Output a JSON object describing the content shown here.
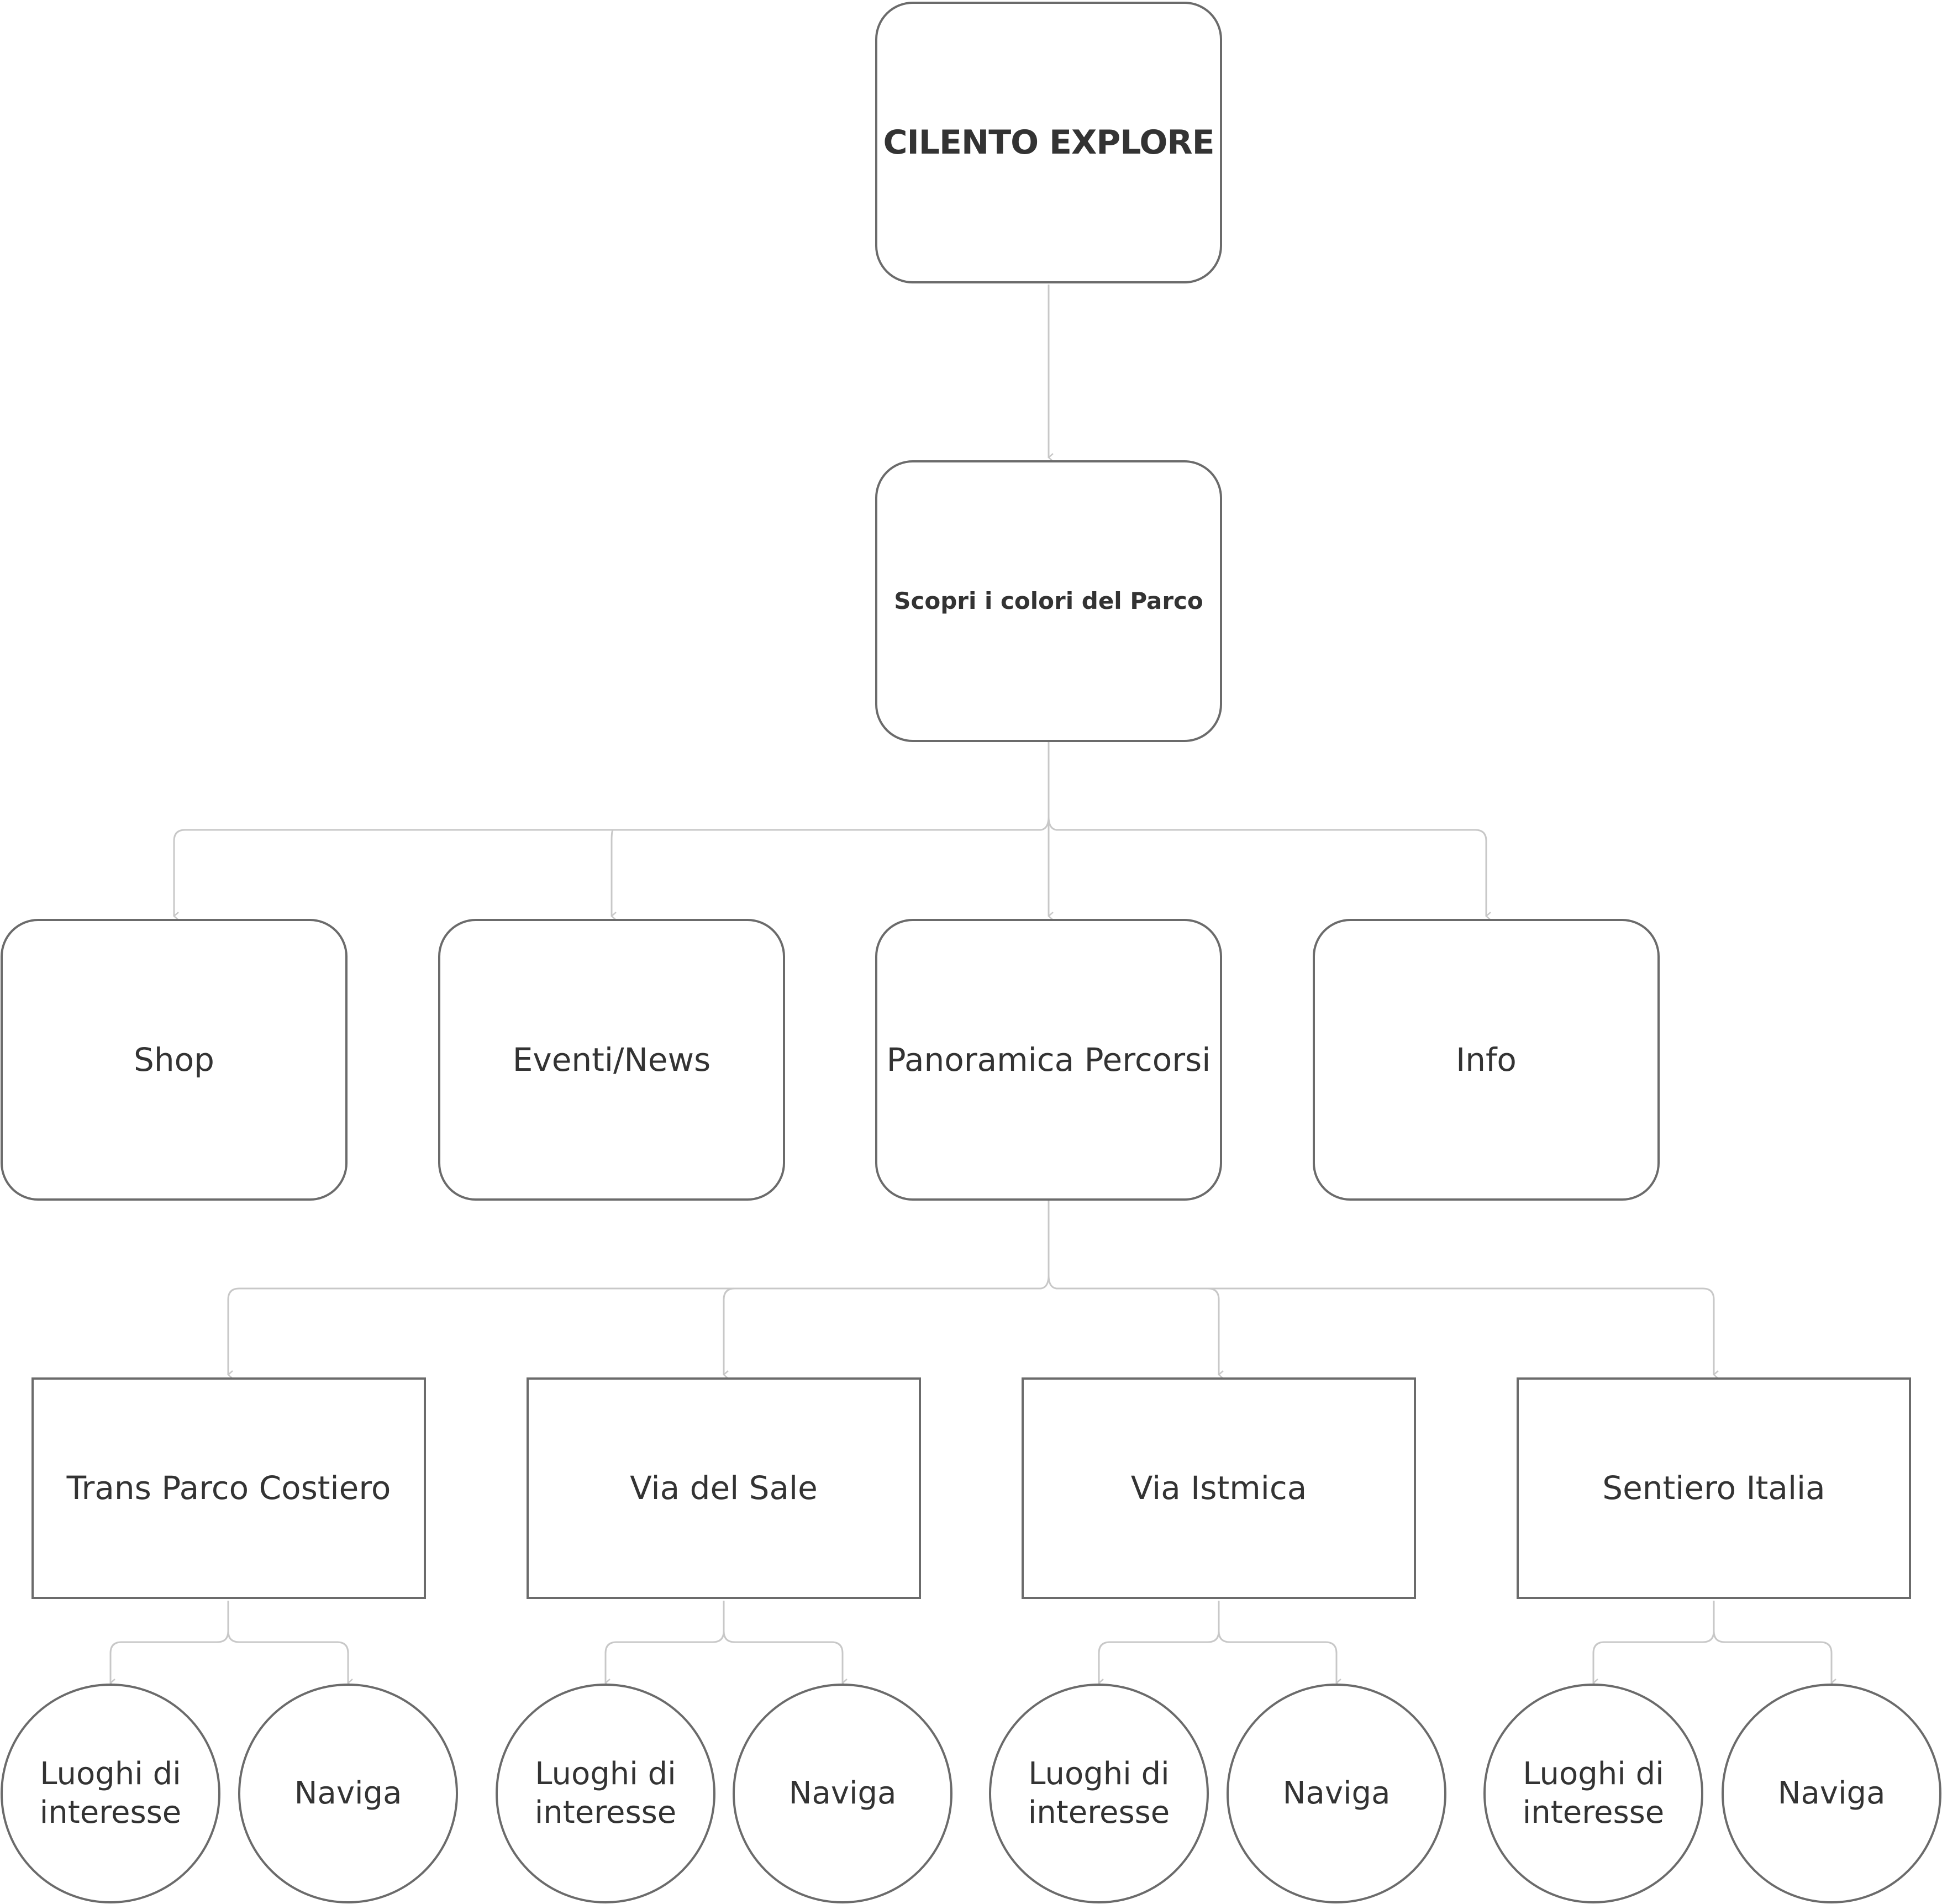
{
  "diagram": {
    "root": "CILENTO EXPLORE",
    "intro": "Scopri i colori del Parco",
    "sections": [
      "Shop",
      "Eventi/News",
      "Panoramica Percorsi",
      "Info"
    ],
    "routes": [
      "Trans Parco Costiero",
      "Via del Sale",
      "Via Istmica",
      "Sentiero Italia"
    ],
    "route_children": [
      "Luoghi di interesse",
      "Naviga"
    ]
  },
  "colors": {
    "node_border": "#6b6b6b",
    "connector": "#c8c8c8",
    "text": "#333333",
    "background": "#ffffff"
  }
}
